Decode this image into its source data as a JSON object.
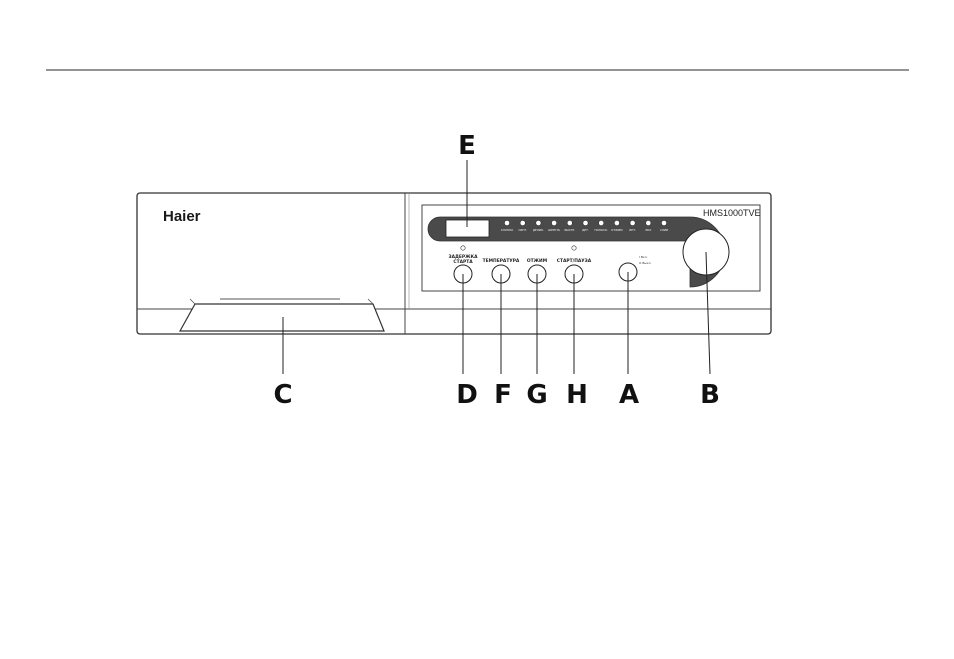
{
  "brand": "Haier",
  "model": "HMS1000TVE",
  "callouts": {
    "E": "E",
    "C": "C",
    "D": "D",
    "F": "F",
    "G": "G",
    "H": "H",
    "A": "A",
    "B": "B"
  },
  "buttons": {
    "delay_line1": "ЗАДЕРЖКА",
    "delay_line2": "СТАРТА",
    "temperature": "ТЕМПЕРАТУРА",
    "spin": "ОТЖИМ",
    "start_pause": "СТАРТ/ПАУЗА"
  },
  "power_labels": [
    "I Вкл.",
    "О Выкл."
  ],
  "program_leds": [
    "ХЛОПОК",
    "СИНТ.",
    "ДЕЛИК.",
    "ШЕРСТЬ",
    "БЫСТР.",
    "ДЕТ.",
    "ПОЛОСК.",
    "ОТЖИМ",
    "ИНТ.",
    "ЭКО",
    "СЛИВ"
  ],
  "colors": {
    "panel_dark": "#4a4a4a",
    "outline": "#333333"
  }
}
